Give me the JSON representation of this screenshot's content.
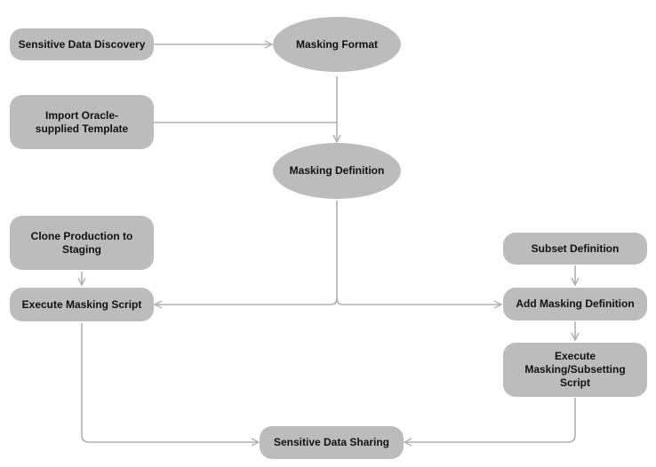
{
  "nodes": {
    "sensitive_data_discovery": "Sensitive Data Discovery",
    "masking_format": "Masking Format",
    "import_template": "Import Oracle-supplied Template",
    "masking_definition": "Masking Definition",
    "clone_production": "Clone Production to Staging",
    "execute_masking_script": "Execute Masking Script",
    "subset_definition": "Subset Definition",
    "add_masking_definition": "Add Masking Definition",
    "execute_masking_subsetting": "Execute Masking/Subsetting Script",
    "sensitive_data_sharing": "Sensitive Data Sharing"
  },
  "colors": {
    "node_fill": "#bcbcbc",
    "connector": "#b0b0b0",
    "text": "#111111"
  }
}
